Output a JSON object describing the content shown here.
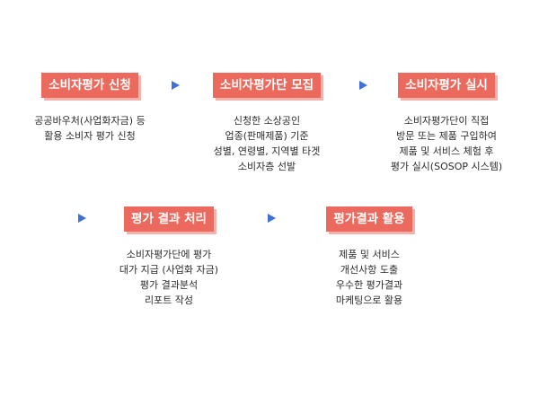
{
  "colors": {
    "title_bg": "#ec6a5d",
    "title_shadow": "#f6b2aa",
    "arrow": "#3f6fd8"
  },
  "steps": [
    {
      "title": "소비자평가 신청",
      "lines": [
        "공공바우처(사업화자금) 등",
        "활용 소비자 평가 신청"
      ]
    },
    {
      "title": "소비자평가단 모집",
      "lines": [
        "신청한 소상공인",
        "업종(판매제품) 기준",
        "성별, 연령별, 지역별 타겟",
        "소비자층 선발"
      ]
    },
    {
      "title": "소비자평가 실시",
      "lines": [
        "소비자평가단이 직접",
        "방문 또는 제품 구입하여",
        "제품 및 서비스 체험 후",
        "평가 실시(SOSOP 시스템)"
      ]
    },
    {
      "title": "평가 결과 처리",
      "lines": [
        "소비자평가단에 평가",
        "대가 지급 (사업화 자금)",
        "평가 결과분석",
        "리포트 작성"
      ]
    },
    {
      "title": "평가결과 활용",
      "lines": [
        "제품 및 서비스",
        "개선사항 도출",
        "우수한 평가결과",
        "마케팅으로 활용"
      ]
    }
  ]
}
